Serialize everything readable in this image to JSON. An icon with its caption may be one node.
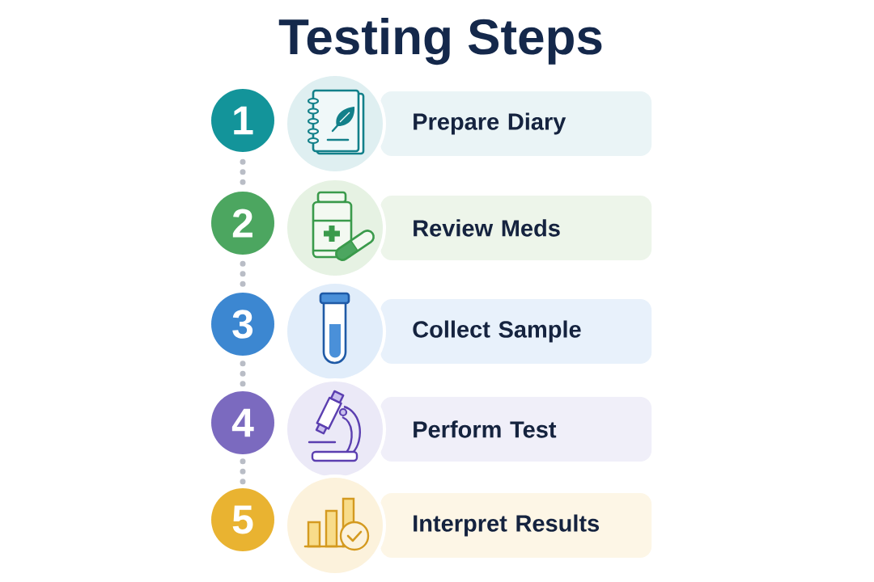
{
  "diagram": {
    "title": "Testing Steps",
    "nodes": [
      {
        "text": [
          "1"
        ]
      },
      {
        "text": [
          "Prepare Diary"
        ]
      },
      {
        "text": [
          "2"
        ]
      },
      {
        "text": [
          "Review Meds"
        ]
      },
      {
        "text": [
          "3"
        ]
      },
      {
        "text": [
          "Collect Sample"
        ]
      },
      {
        "text": [
          "4"
        ]
      },
      {
        "text": [
          "Perform Test"
        ]
      },
      {
        "text": [
          "5"
        ]
      },
      {
        "text": [
          "Interpret Results"
        ]
      }
    ],
    "edges": [
      {
        "from": 0,
        "to": 2,
        "arrow": "none",
        "style": "dashed"
      },
      {
        "from": 2,
        "to": 4,
        "arrow": "none",
        "style": "dashed"
      },
      {
        "from": 4,
        "to": 6,
        "arrow": "none",
        "style": "dashed"
      },
      {
        "from": 6,
        "to": 8,
        "arrow": "none",
        "style": "dashed"
      }
    ]
  }
}
